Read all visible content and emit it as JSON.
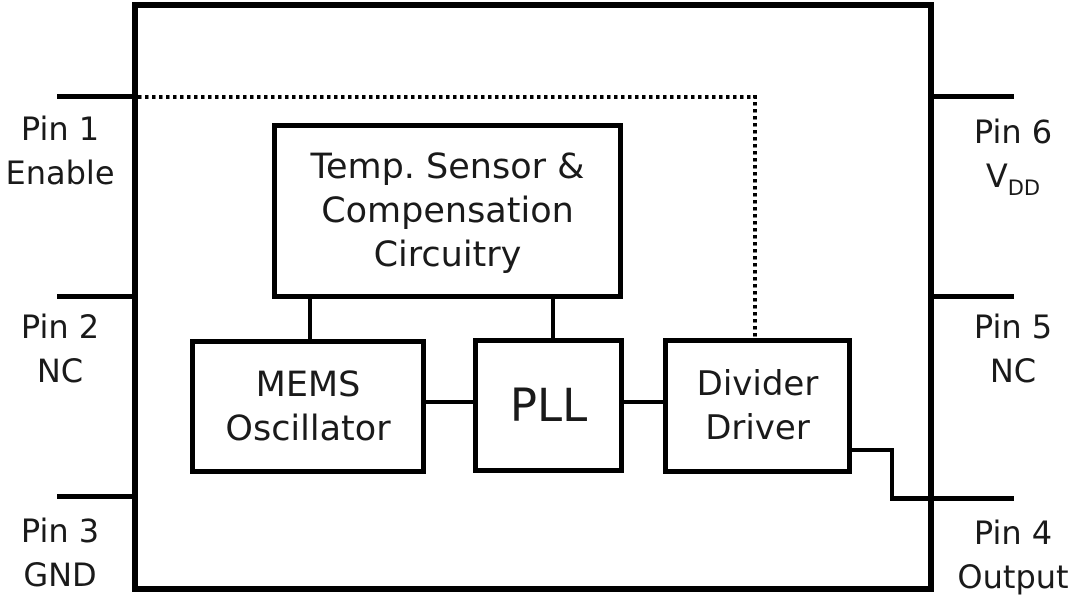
{
  "diagram": {
    "type": "ic-block-diagram",
    "colors": {
      "line": "#000000",
      "background": "#ffffff",
      "text": "#1a1a1a"
    },
    "blocks": {
      "temp": {
        "line1": "Temp. Sensor &",
        "line2": "Compensation",
        "line3": "Circuitry"
      },
      "mems": {
        "line1": "MEMS",
        "line2": "Oscillator"
      },
      "pll": {
        "line1": "PLL"
      },
      "divider": {
        "line1": "Divider",
        "line2": "Driver"
      }
    },
    "pins": {
      "p1": {
        "name": "Pin 1",
        "func": "Enable"
      },
      "p2": {
        "name": "Pin 2",
        "func": "NC"
      },
      "p3": {
        "name": "Pin 3",
        "func": "GND"
      },
      "p4": {
        "name": "Pin 4",
        "func": "Output"
      },
      "p5": {
        "name": "Pin 5",
        "func": "NC"
      },
      "p6": {
        "name": "Pin 6",
        "func": "V",
        "func_sub": "DD"
      }
    },
    "connections": [
      "Pin 1 (Enable) -> Divider Driver (dotted)",
      "Temp. Sensor & Compensation Circuitry -> MEMS Oscillator",
      "Temp. Sensor & Compensation Circuitry -> PLL",
      "MEMS Oscillator -> PLL",
      "PLL -> Divider Driver",
      "Divider Driver -> Pin 4 (Output)"
    ]
  }
}
